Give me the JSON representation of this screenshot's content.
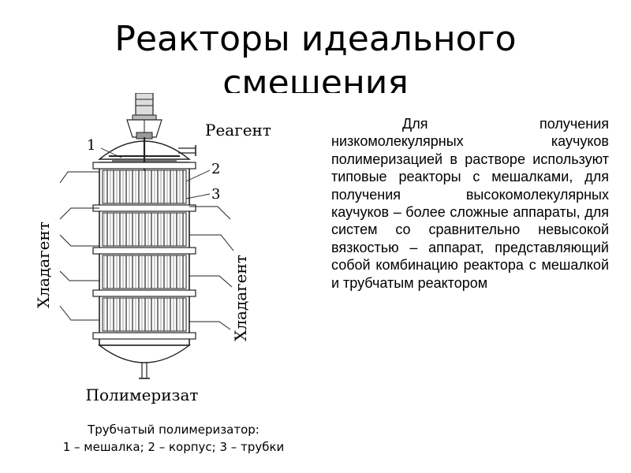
{
  "slide": {
    "title_line1": "Реакторы идеального",
    "title_line2": "смешения",
    "body": "Для получения низкомолекулярных каучуков полимеризацией в растворе используют типовые реакторы с мешалками, для получения высокомолекулярных каучуков – более сложные аппараты, для систем со сравнительно невысокой вязкостью – аппарат, представляющий собой комбинацию реактора с мешалкой и трубчатым реактором",
    "caption_line1": "Трубчатый полимеризатор:",
    "caption_line2": "1 – мешалка; 2 – корпус; 3 – трубки"
  },
  "figure": {
    "label_reagent": "Реагент",
    "label_polymer": "Полимеризат",
    "label_coolant_left": "Хладагент",
    "label_coolant_right": "Хладагент",
    "marker_1": "1",
    "marker_2": "2",
    "marker_3": "3"
  }
}
